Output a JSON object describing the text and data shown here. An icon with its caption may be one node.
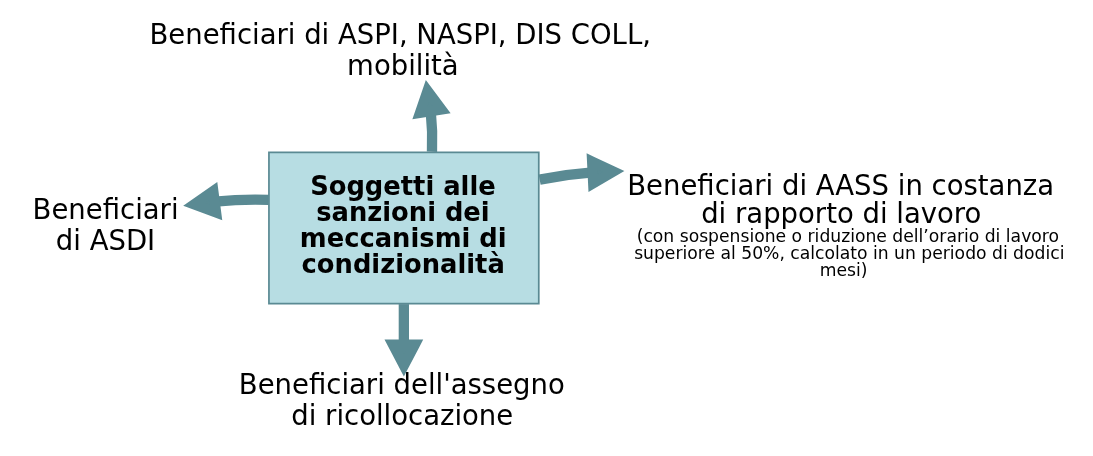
{
  "diagram": {
    "nodes": [
      {
        "text": [
          "Beneficiari di ASPI, NASPI, DIS COLL, mobilità"
        ]
      },
      {
        "text": [
          "Beneficiari di ASDI"
        ]
      },
      {
        "text": [
          "Soggetti alle sanzioni dei meccanismi di condizionalità"
        ]
      },
      {
        "text": [
          "Beneficiari di AASS in costanza di rapporto di lavoro",
          "(con sospensione o riduzione dell’orario di lavoro superiore al 50%, calcolato in un periodo di dodici mesi)"
        ]
      },
      {
        "text": [
          "Beneficiari dell'assegno di ricollocazione"
        ]
      }
    ],
    "edges": [
      {
        "from": 2,
        "to": 0,
        "arrow": "to"
      },
      {
        "from": 2,
        "to": 1,
        "arrow": "to"
      },
      {
        "from": 2,
        "to": 3,
        "arrow": "to"
      },
      {
        "from": 2,
        "to": 4,
        "arrow": "to"
      }
    ]
  }
}
